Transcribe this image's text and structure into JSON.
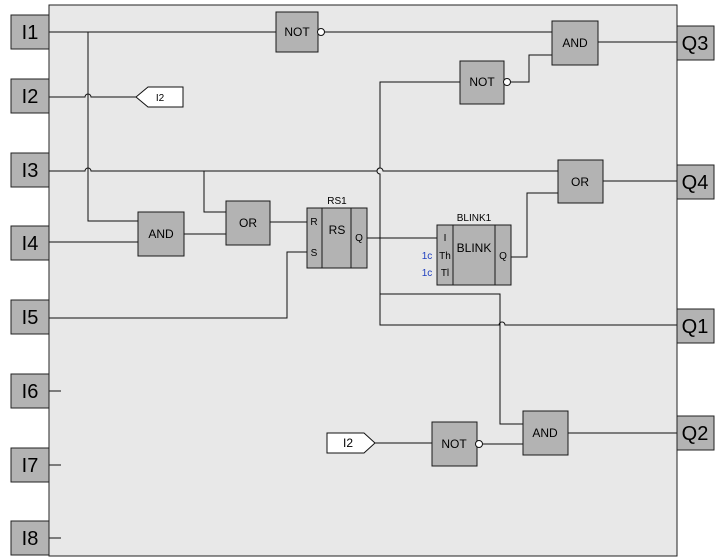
{
  "inputs": [
    "I1",
    "I2",
    "I3",
    "I4",
    "I5",
    "I6",
    "I7",
    "I8"
  ],
  "outputs": [
    "Q3",
    "Q4",
    "Q1",
    "Q2"
  ],
  "gates": {
    "not_top": "NOT",
    "and_q3": "AND",
    "not_mid": "NOT",
    "or_q4": "OR",
    "and_left": "AND",
    "or_left": "OR",
    "not_bottom": "NOT",
    "and_q2": "AND"
  },
  "rs": {
    "name": "RS1",
    "label": "RS",
    "pin_r": "R",
    "pin_s": "S",
    "pin_q": "Q"
  },
  "blink": {
    "name": "BLINK1",
    "label": "BLINK",
    "pin_i": "I",
    "pin_th": "Th",
    "pin_tl": "Tl",
    "pin_q": "Q",
    "param_th": "1c",
    "param_tl": "1c"
  },
  "flags": {
    "top": "I2",
    "bottom": "I2"
  },
  "colors": {
    "canvas": "#e8e8e8",
    "block": "#b3b3b3",
    "param_text": "#1f3fbf"
  }
}
